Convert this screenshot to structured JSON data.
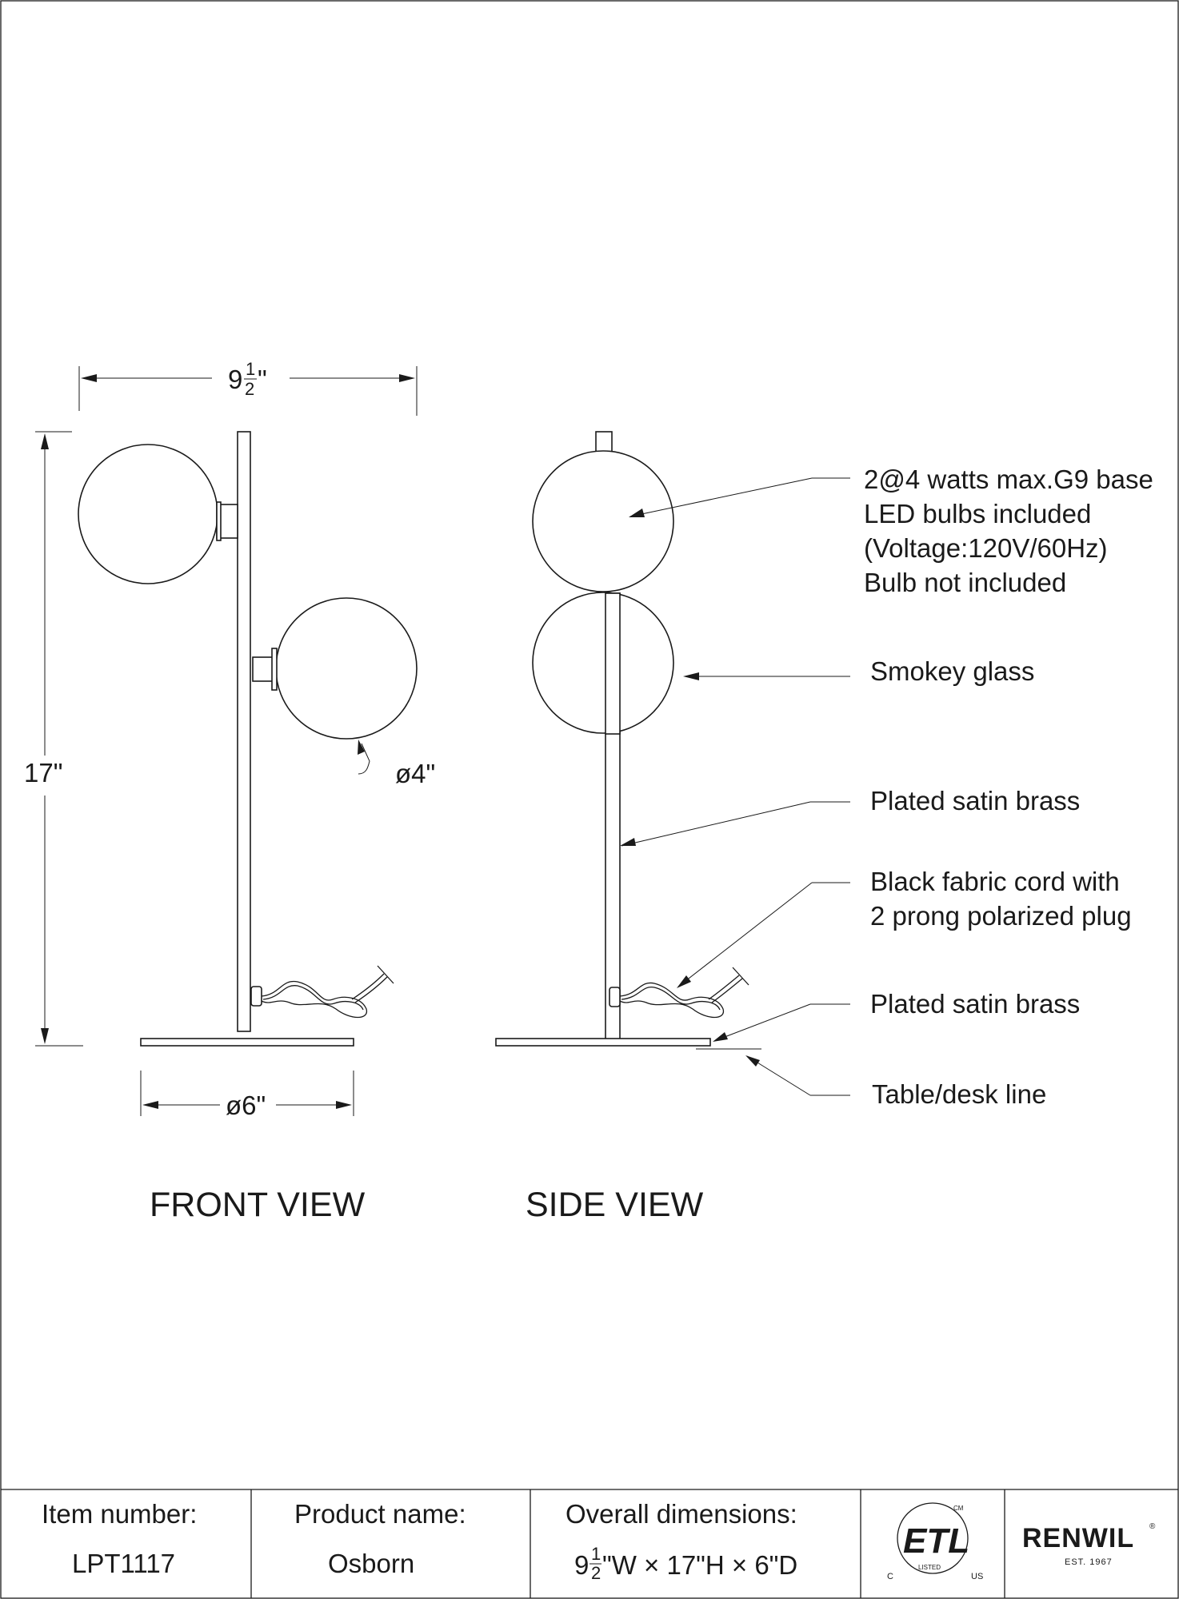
{
  "dimensions": {
    "width_whole": "9",
    "width_num": "1",
    "width_den": "2",
    "width_inch": "\"",
    "height": "17\"",
    "globe_diameter": "ø4\"",
    "base_diameter": "ø6\""
  },
  "callouts": {
    "bulb_line1": "2@4 watts max.G9 base",
    "bulb_line2": "LED bulbs included",
    "bulb_line3": "(Voltage:120V/60Hz)",
    "bulb_line4": "Bulb not included",
    "glass": "Smokey glass",
    "stem": "Plated satin brass",
    "cord_line1": "Black fabric cord with",
    "cord_line2": "2 prong polarized plug",
    "base": "Plated satin brass",
    "table": "Table/desk line"
  },
  "views": {
    "front": "FRONT VIEW",
    "side": "SIDE VIEW"
  },
  "title_block": {
    "item_label": "Item number:",
    "item_value": "LPT1117",
    "product_label": "Product name:",
    "product_value": "Osborn",
    "dims_label": "Overall dimensions:",
    "dims_whole": "9",
    "dims_num": "1",
    "dims_den": "2",
    "dims_rest": "\"W × 17\"H × 6\"D",
    "cert_mark": "ETL",
    "cert_c": "C",
    "cert_us": "US",
    "cert_cm": "CM",
    "cert_listed": "LISTED",
    "brand": "RENWIL",
    "brand_reg": "®",
    "brand_est": "EST. 1967"
  }
}
